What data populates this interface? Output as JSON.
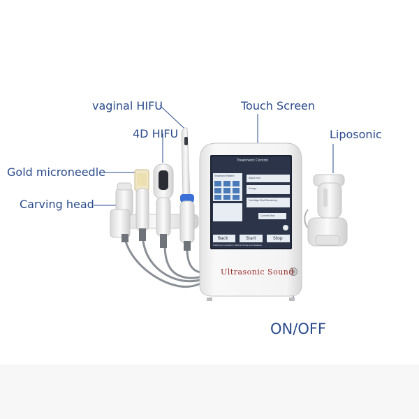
{
  "labels": {
    "vaginal_hifu": "vaginal HIFU",
    "touch_screen": "Touch Screen",
    "four_d_hifu": "4D HIFU",
    "liposonic": "Liposonic",
    "gold_microneedle": "Gold microneedle",
    "carving_head": "Carving head",
    "on_off": "ON/OFF"
  },
  "screen": {
    "title": "Treatment Control",
    "panel_heading": "Treatment Pattern",
    "depth_label": "Depth mm",
    "energy_label": "Energy",
    "line_label": "Cartridge Shot Remaining",
    "current_shot": "Current Shot",
    "back_button": "Back",
    "start_button": "Start",
    "stop_button": "Stop",
    "status": "Treatment duration: Before Times and Release"
  },
  "brand": "Ultrasonic Sound",
  "colors": {
    "label_text": "#2a4a8a",
    "screen_bg": "#2b3448",
    "device_body": "#f2f2f2",
    "accent_blue": "#3a6fd8"
  }
}
